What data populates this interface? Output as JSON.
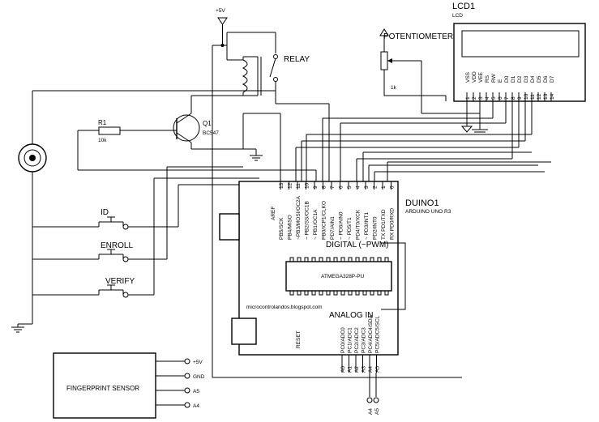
{
  "power": {
    "supply_label": "+5V"
  },
  "relay": {
    "label": "RELAY"
  },
  "transistor": {
    "ref": "Q1",
    "part": "BC547"
  },
  "resistor": {
    "ref": "R1",
    "value": "10k"
  },
  "potentiometer": {
    "label": "POTENTIOMETER",
    "value": "1k"
  },
  "lcd": {
    "ref": "LCD1",
    "part": "LCD",
    "pins": [
      {
        "name": "VSS",
        "num": "1"
      },
      {
        "name": "VDD",
        "num": "2"
      },
      {
        "name": "VEE",
        "num": "3"
      },
      {
        "name": "RS",
        "num": "4"
      },
      {
        "name": "RW",
        "num": "5"
      },
      {
        "name": "E",
        "num": "6"
      },
      {
        "name": "D0",
        "num": "7"
      },
      {
        "name": "D1",
        "num": "8"
      },
      {
        "name": "D2",
        "num": "9"
      },
      {
        "name": "D3",
        "num": "10"
      },
      {
        "name": "D4",
        "num": "11"
      },
      {
        "name": "D5",
        "num": "12"
      },
      {
        "name": "D6",
        "num": "13"
      },
      {
        "name": "D7",
        "num": "14"
      }
    ]
  },
  "buttons": {
    "id": "ID",
    "enroll": "ENROLL",
    "verify": "VERIFY"
  },
  "arduino": {
    "ref": "DUINO1",
    "part": "ARDUINO UNO R3",
    "aref": "AREF",
    "digital_label": "DIGITAL (~PWM)",
    "chip_text": "ATMEGA328P-PU",
    "website": "microcontrolandos.blogspot.com",
    "reset": "RESET",
    "analog_label": "ANALOG IN",
    "digital_pin_numbers": [
      "13",
      "12",
      "11",
      "10",
      "9",
      "8",
      "7",
      "6",
      "5",
      "4",
      "3",
      "2",
      "1",
      "0"
    ],
    "digital_pin_names": [
      "PB5/SCK",
      "PB4/MISO",
      "~PB3/MOSI/OC2A",
      "~ PB2/SS/OC1B",
      "~ PB1/OC1A",
      "PB0/ICP1/CLKO",
      "PD7/AIN1",
      "~ PD6/AIN0",
      "~ PD5/T1",
      "PD4/T0/XCK",
      "~ PD3/INT1",
      "PD2/INT0",
      "TX PD1/TXD",
      "RX PD0/RXD"
    ],
    "analog_pin_names": [
      "PC0/ADC0",
      "PC1/ADC1",
      "PC2/ADC2",
      "PC3/ADC3",
      "PC4/ADC4/SDA",
      "PC5/ADC5/SCL"
    ],
    "analog_pin_numbers": [
      "A0",
      "A1",
      "A2",
      "A3",
      "A4",
      "A5"
    ]
  },
  "fingerprint": {
    "label": "FINGERPRINT SENSOR",
    "pins": [
      "+5V",
      "GND",
      "A5",
      "A4"
    ]
  },
  "terminals": {
    "a4": "A4",
    "a5": "A5"
  }
}
